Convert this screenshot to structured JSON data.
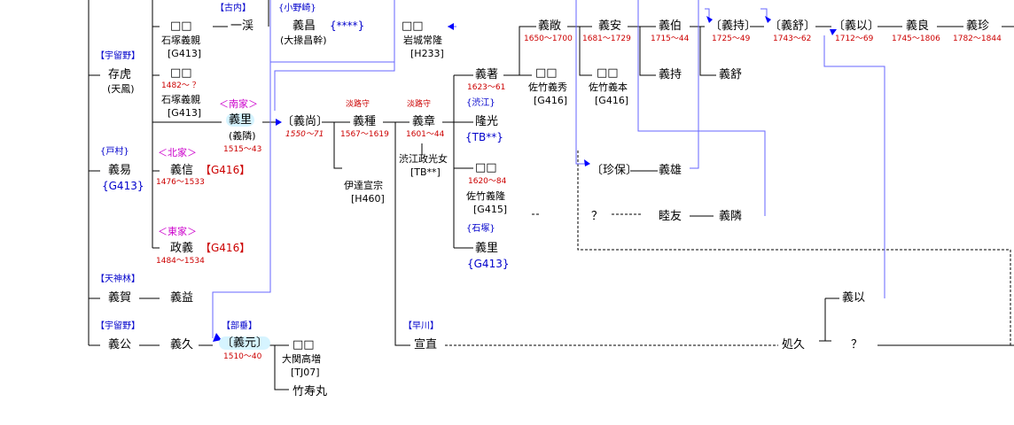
{
  "people": [
    {
      "id": "p1",
      "name": "存虎",
      "note": "(天鳳)"
    },
    {
      "id": "p2",
      "name": "義易",
      "group": "{G413}"
    },
    {
      "id": "p3",
      "name": "義賀"
    },
    {
      "id": "p4",
      "name": "義公"
    },
    {
      "id": "p5",
      "name": "一渓"
    },
    {
      "id": "p6",
      "name": "義昌",
      "note": "(大掾昌幹)",
      "group": "{****}"
    },
    {
      "id": "p7",
      "name": "□□",
      "note": "岩城常隆",
      "ref": "[H233]"
    },
    {
      "id": "p8",
      "name": "□□",
      "note": "石塚義親",
      "ref": "[G413]"
    },
    {
      "id": "p9",
      "name": "□□",
      "years": "1482～ ？",
      "note": "石塚義親",
      "ref": "[G413]"
    },
    {
      "id": "p10",
      "name": "義里",
      "note": "(義隣)",
      "years": "1515～43"
    },
    {
      "id": "p11",
      "name": "義信",
      "years": "1476～1533",
      "group": "【G416】"
    },
    {
      "id": "p12",
      "name": "政義",
      "years": "1484～1534",
      "group": "【G416】"
    },
    {
      "id": "p13",
      "name": "義益"
    },
    {
      "id": "p14",
      "name": "義久"
    },
    {
      "id": "p15",
      "name": "〔義元〕",
      "years": "1510～40"
    },
    {
      "id": "p16",
      "name": "□□",
      "note": "大関高増",
      "ref": "[TJ07]"
    },
    {
      "id": "p17",
      "name": "竹寿丸"
    },
    {
      "id": "p18",
      "name": "〔義尚〕",
      "years": "1550～71"
    },
    {
      "id": "p19",
      "name": "義種",
      "years": "1567～1619"
    },
    {
      "id": "p20",
      "name": "伊達宣宗",
      "ref": "[H460]"
    },
    {
      "id": "p21",
      "name": "義章",
      "years": "1601～44"
    },
    {
      "id": "p22",
      "name": "渋江政光女",
      "ref": "[TB**]"
    },
    {
      "id": "p23",
      "name": "宣直"
    },
    {
      "id": "p24",
      "name": "義著",
      "years": "1623～61"
    },
    {
      "id": "p25",
      "name": "隆光",
      "group": "{TB**}"
    },
    {
      "id": "p26",
      "name": "□□",
      "years": "1620～84",
      "note": "佐竹義隆",
      "ref": "[G415]"
    },
    {
      "id": "p27",
      "name": "義里",
      "group": "{G413}"
    },
    {
      "id": "p28",
      "name": "義敞",
      "years": "1650～1700"
    },
    {
      "id": "p29",
      "name": "□□",
      "note": "佐竹義秀",
      "ref": "[G416]"
    },
    {
      "id": "p30",
      "name": "義安",
      "years": "1681～1729"
    },
    {
      "id": "p31",
      "name": "□□",
      "note": "佐竹義本",
      "ref": "[G416]"
    },
    {
      "id": "p32",
      "name": "義伯",
      "years": "1715～44"
    },
    {
      "id": "p33",
      "name": "義持"
    },
    {
      "id": "p34",
      "name": "〔義持〕",
      "years": "1725～49"
    },
    {
      "id": "p35",
      "name": "義舒"
    },
    {
      "id": "p36",
      "name": "〔義舒〕",
      "years": "1743～62"
    },
    {
      "id": "p37",
      "name": "〔義以〕",
      "years": "1712～69"
    },
    {
      "id": "p38",
      "name": "義良",
      "years": "1745～1806"
    },
    {
      "id": "p39",
      "name": "義珍",
      "years": "1782～1844"
    },
    {
      "id": "p40",
      "name": "〔珍保〕"
    },
    {
      "id": "p41",
      "name": "義雄"
    },
    {
      "id": "p42",
      "name": "？"
    },
    {
      "id": "p43",
      "name": "睦友"
    },
    {
      "id": "p44",
      "name": "義隣"
    },
    {
      "id": "p45",
      "name": "義以"
    },
    {
      "id": "p46",
      "name": "処久"
    },
    {
      "id": "p47",
      "name": "？"
    }
  ],
  "branch_labels": {
    "utsuruno1": "【宇留野】",
    "tomura": "{戸村}",
    "tenjinbayashi": "【天神林】",
    "utsuruno2": "【宇留野】",
    "furuuchi": "【古内】",
    "onozaki": "{小野崎}",
    "nanke": "＜南家＞",
    "hokke": "＜北家＞",
    "toke": "＜東家＞",
    "heisui": "【部垂】",
    "hayakawa": "【早川】",
    "shibue": "{渋江}",
    "ishizuka": "{石塚}"
  },
  "titles": {
    "awaji1": "淡路守",
    "awaji2": "淡路守"
  },
  "colors": {
    "link_blue": "#6666ff",
    "line": "#000000",
    "year_red": "#cc0000",
    "branch_blue": "#0000cc",
    "house_magenta": "#cc00cc",
    "highlight": "#d6f4ff"
  }
}
